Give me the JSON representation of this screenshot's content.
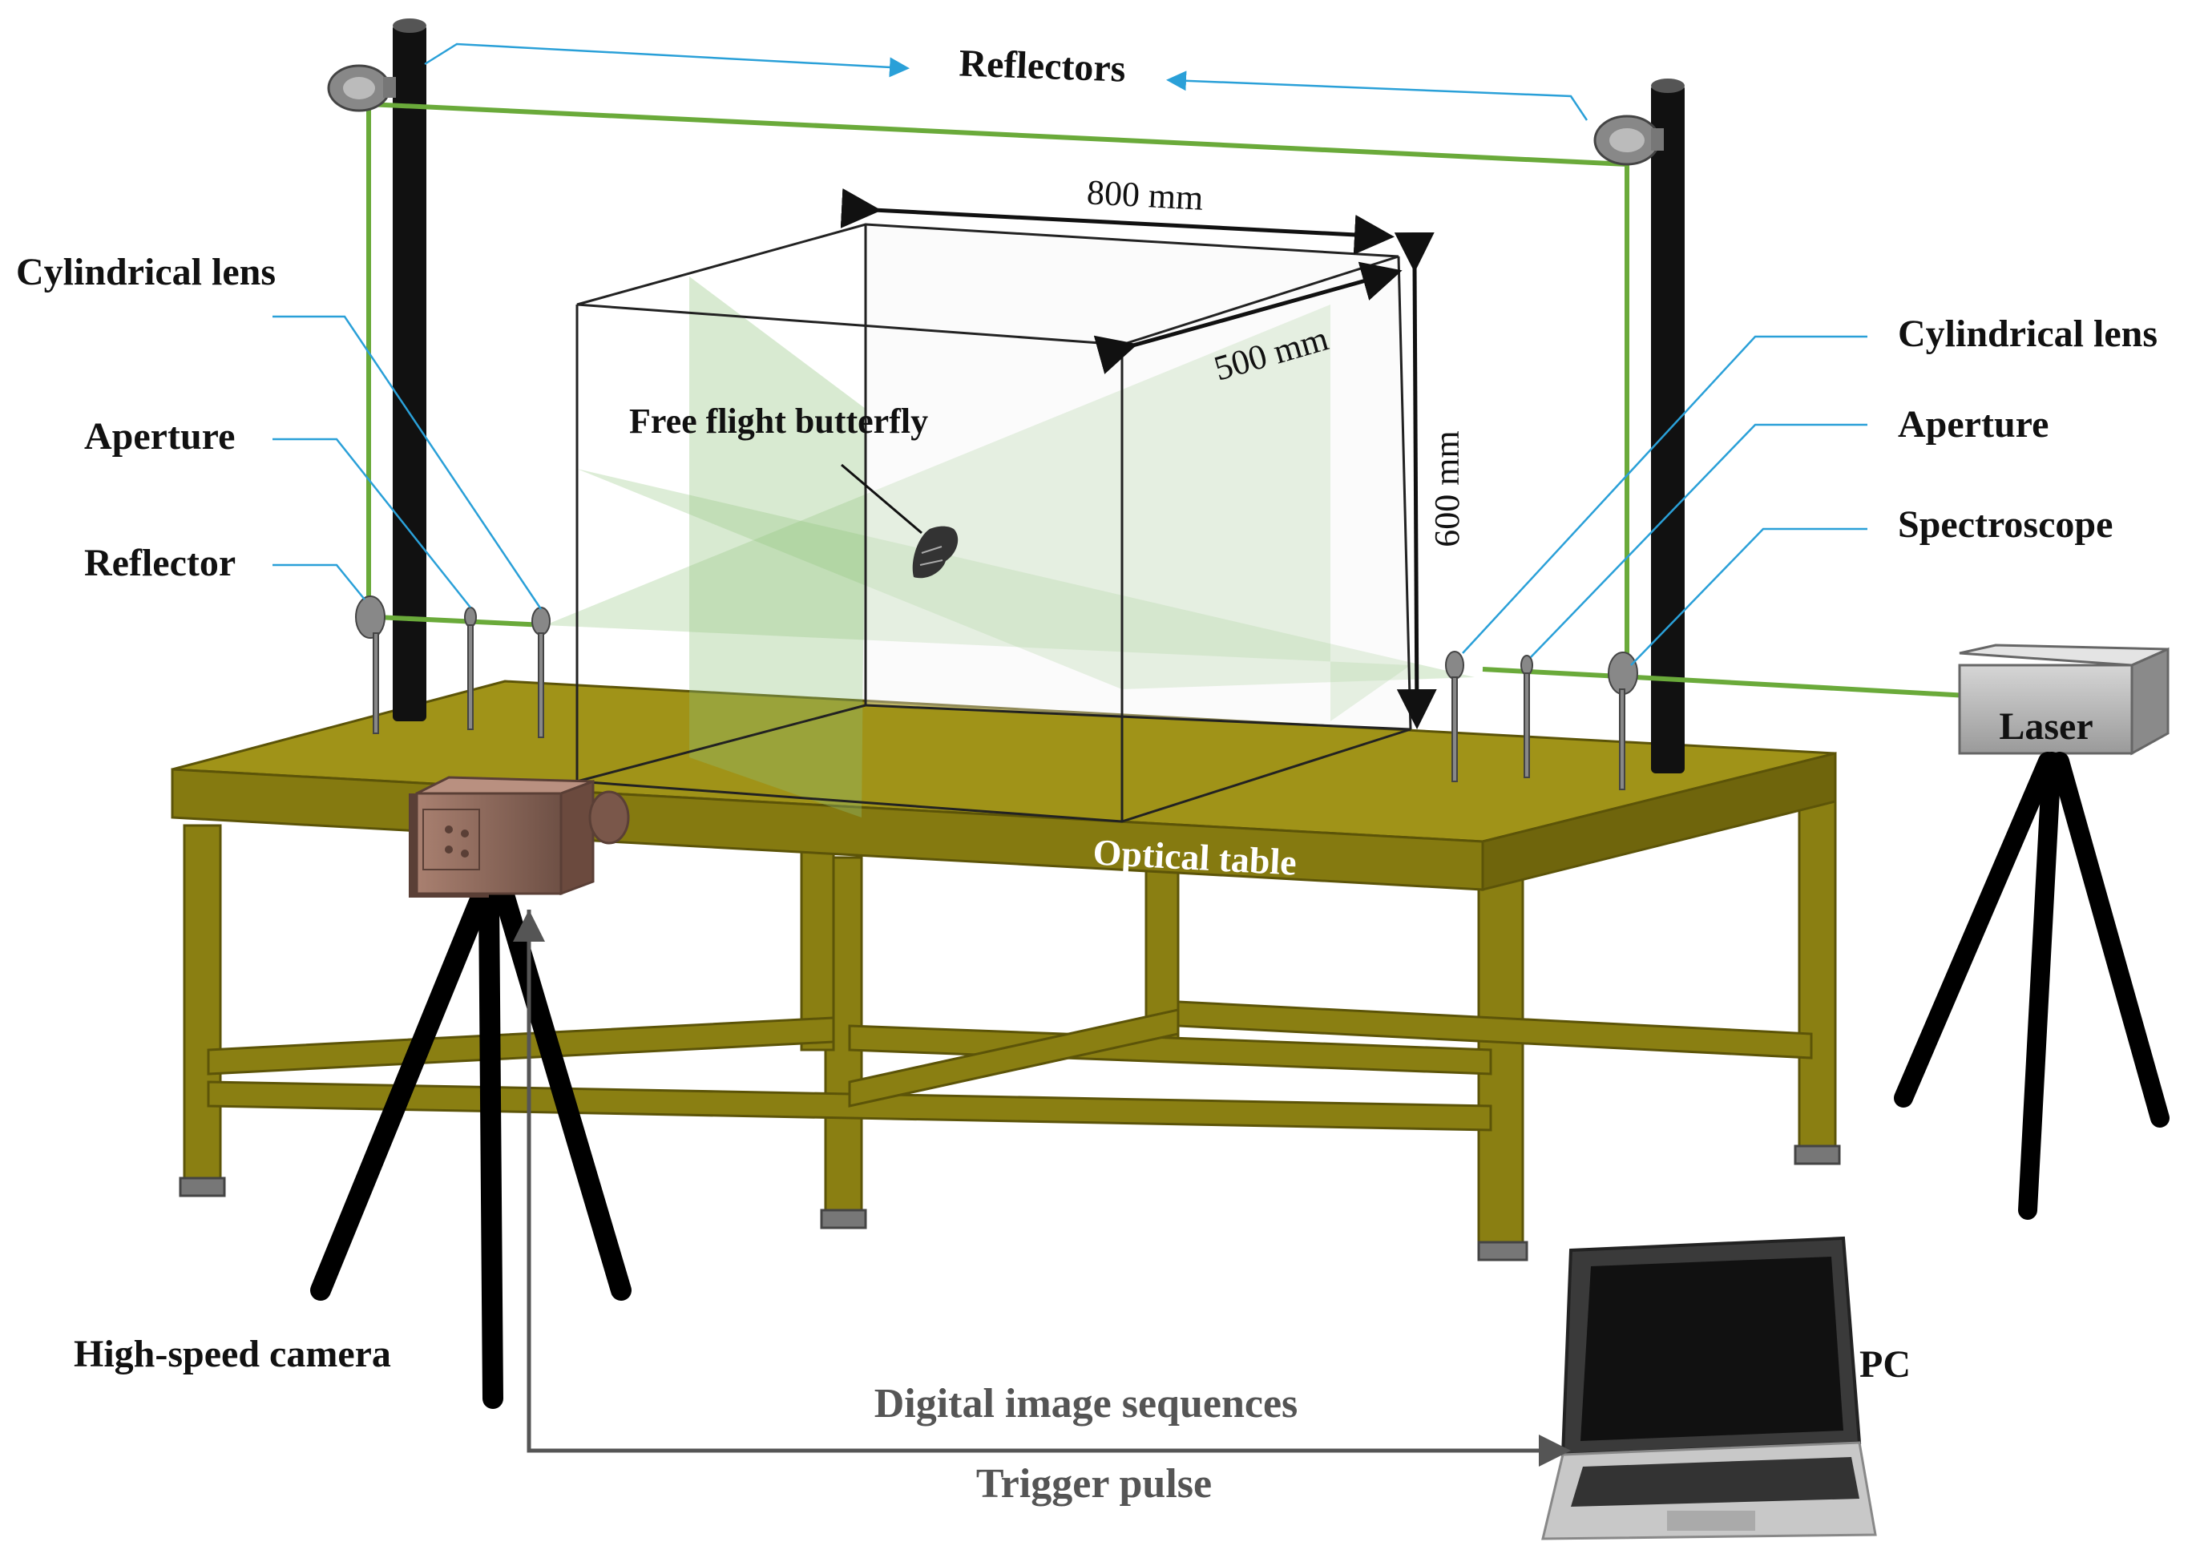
{
  "labels": {
    "reflectors": "Reflectors",
    "cyl_left": "Cylindrical lens",
    "aperture_left": "Aperture",
    "reflector_left": "Reflector",
    "cyl_right": "Cylindrical lens",
    "aperture_right": "Aperture",
    "spectroscope": "Spectroscope",
    "butterfly": "Free flight butterfly",
    "laser": "Laser",
    "optical_table": "Optical table",
    "camera": "High-speed camera",
    "pc": "PC",
    "image_seq": "Digital image sequences",
    "trigger": "Trigger pulse"
  },
  "dimensions": {
    "length": "800 mm",
    "width": "500 mm",
    "height": "600 mm"
  },
  "colors": {
    "laser_beam": "#6aaa3a",
    "light_sheet": "#8fc47a",
    "table_top": "#a09318",
    "table_frame": "#8a7f12",
    "leader_line": "#2aa0d8",
    "signal_line": "#555555"
  }
}
